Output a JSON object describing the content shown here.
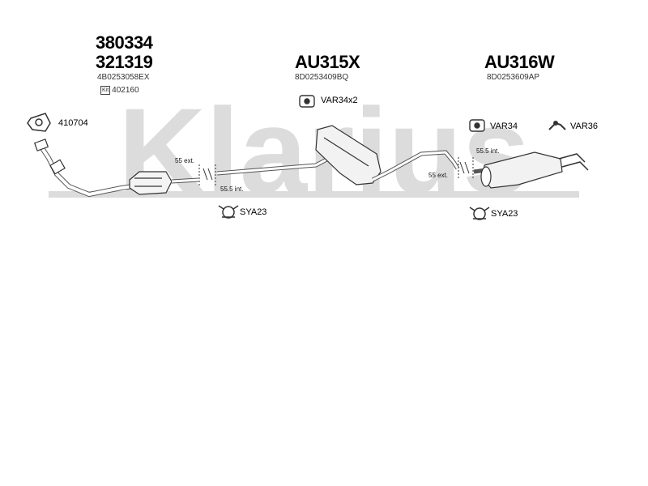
{
  "watermark": "Klarius",
  "left": {
    "part1": "380334",
    "part2": "321319",
    "oem": "4B0253058EX",
    "kit_badge": "Kit",
    "kit_number": "402160",
    "gasket": "410704"
  },
  "middle": {
    "part": "AU315X",
    "oem": "8D0253409BQ",
    "hanger": "VAR34x2"
  },
  "right": {
    "part": "AU316W",
    "oem": "8D0253609AP",
    "hanger1": "VAR34",
    "hanger2": "VAR36"
  },
  "joints": {
    "left_ext": "55 ext.",
    "left_int": "55.5 int.",
    "right_int": "55.5 int.",
    "right_ext": "55 ext."
  },
  "clamps": {
    "left": "SYA23",
    "right": "SYA23"
  }
}
